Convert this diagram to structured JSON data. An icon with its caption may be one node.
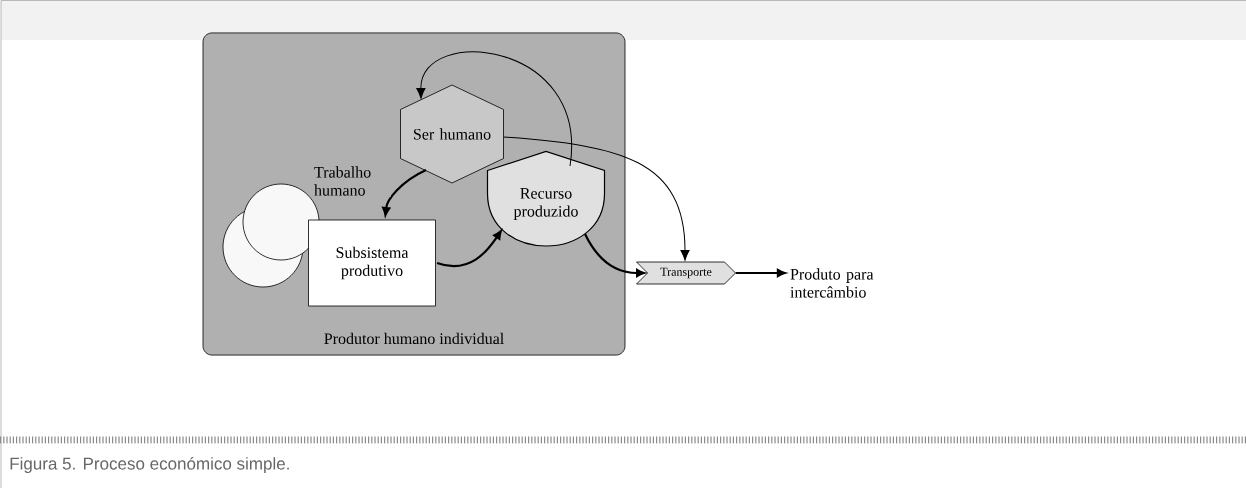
{
  "diagram": {
    "caption": "Figura 5. Proceso económico simple.",
    "nodes": [
      {
        "text": [
          "Produtor humano individual"
        ]
      },
      {
        "text": [
          "Ser humano"
        ],
        "in": 0
      },
      {
        "text": [],
        "shape": "circle",
        "in": 0
      },
      {
        "text": [],
        "shape": "circle",
        "in": 0
      },
      {
        "text": [
          "Subsistema produtivo"
        ],
        "in": 0
      },
      {
        "text": [
          "Recurso produzido"
        ],
        "in": 0
      },
      {
        "text": [
          "Transporte"
        ]
      },
      {
        "text": [
          "Produto para intercâmbio"
        ]
      }
    ],
    "edges": [
      {
        "from": 1,
        "to": 4,
        "arrow": "to",
        "label": "Trabalho humano"
      },
      {
        "from": 4,
        "to": 5,
        "arrow": "to"
      },
      {
        "from": 5,
        "to": 1,
        "arrow": "to"
      },
      {
        "from": 1,
        "to": 6,
        "arrow": "to"
      },
      {
        "from": 5,
        "to": 6,
        "arrow": "to"
      },
      {
        "from": 6,
        "to": 7,
        "arrow": "to"
      }
    ]
  }
}
